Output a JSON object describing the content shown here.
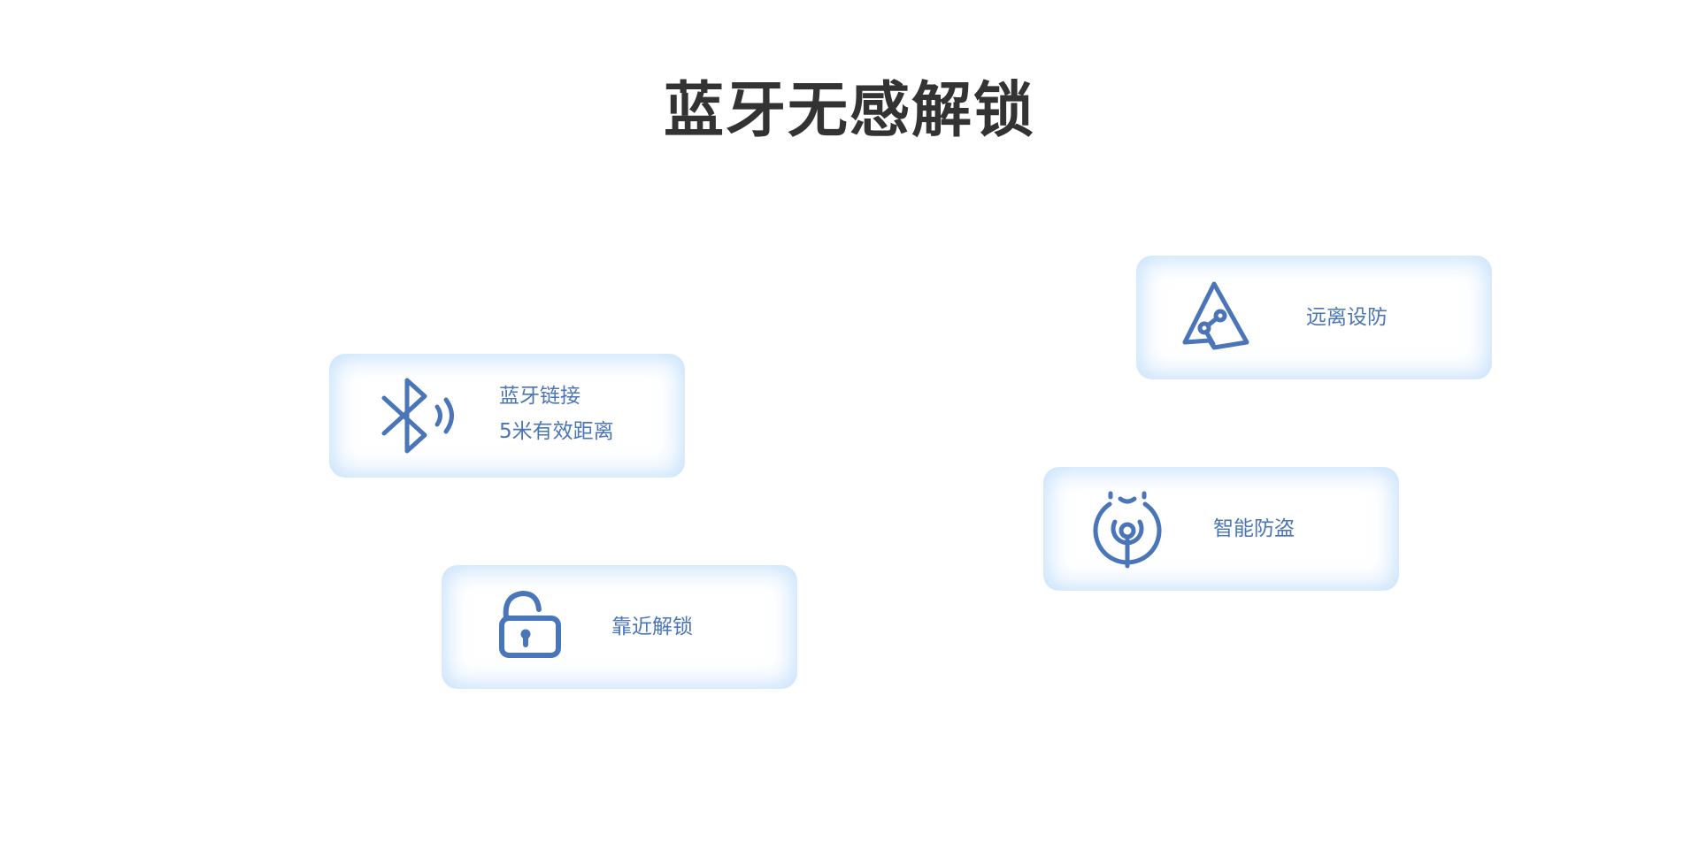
{
  "title": "蓝牙无感解锁",
  "colors": {
    "accent": "#4a75b8",
    "title": "#333333",
    "card_glow": "#a0cdfa"
  },
  "cards": {
    "bluetooth": {
      "icon": "bluetooth-icon",
      "line1": "蓝牙链接",
      "line2": "5米有效距离"
    },
    "unlock": {
      "icon": "unlock-icon",
      "label": "靠近解锁"
    },
    "away": {
      "icon": "warning-triangle-icon",
      "label": "远离设防"
    },
    "anti_theft": {
      "icon": "signal-antenna-icon",
      "label": "智能防盗"
    }
  }
}
